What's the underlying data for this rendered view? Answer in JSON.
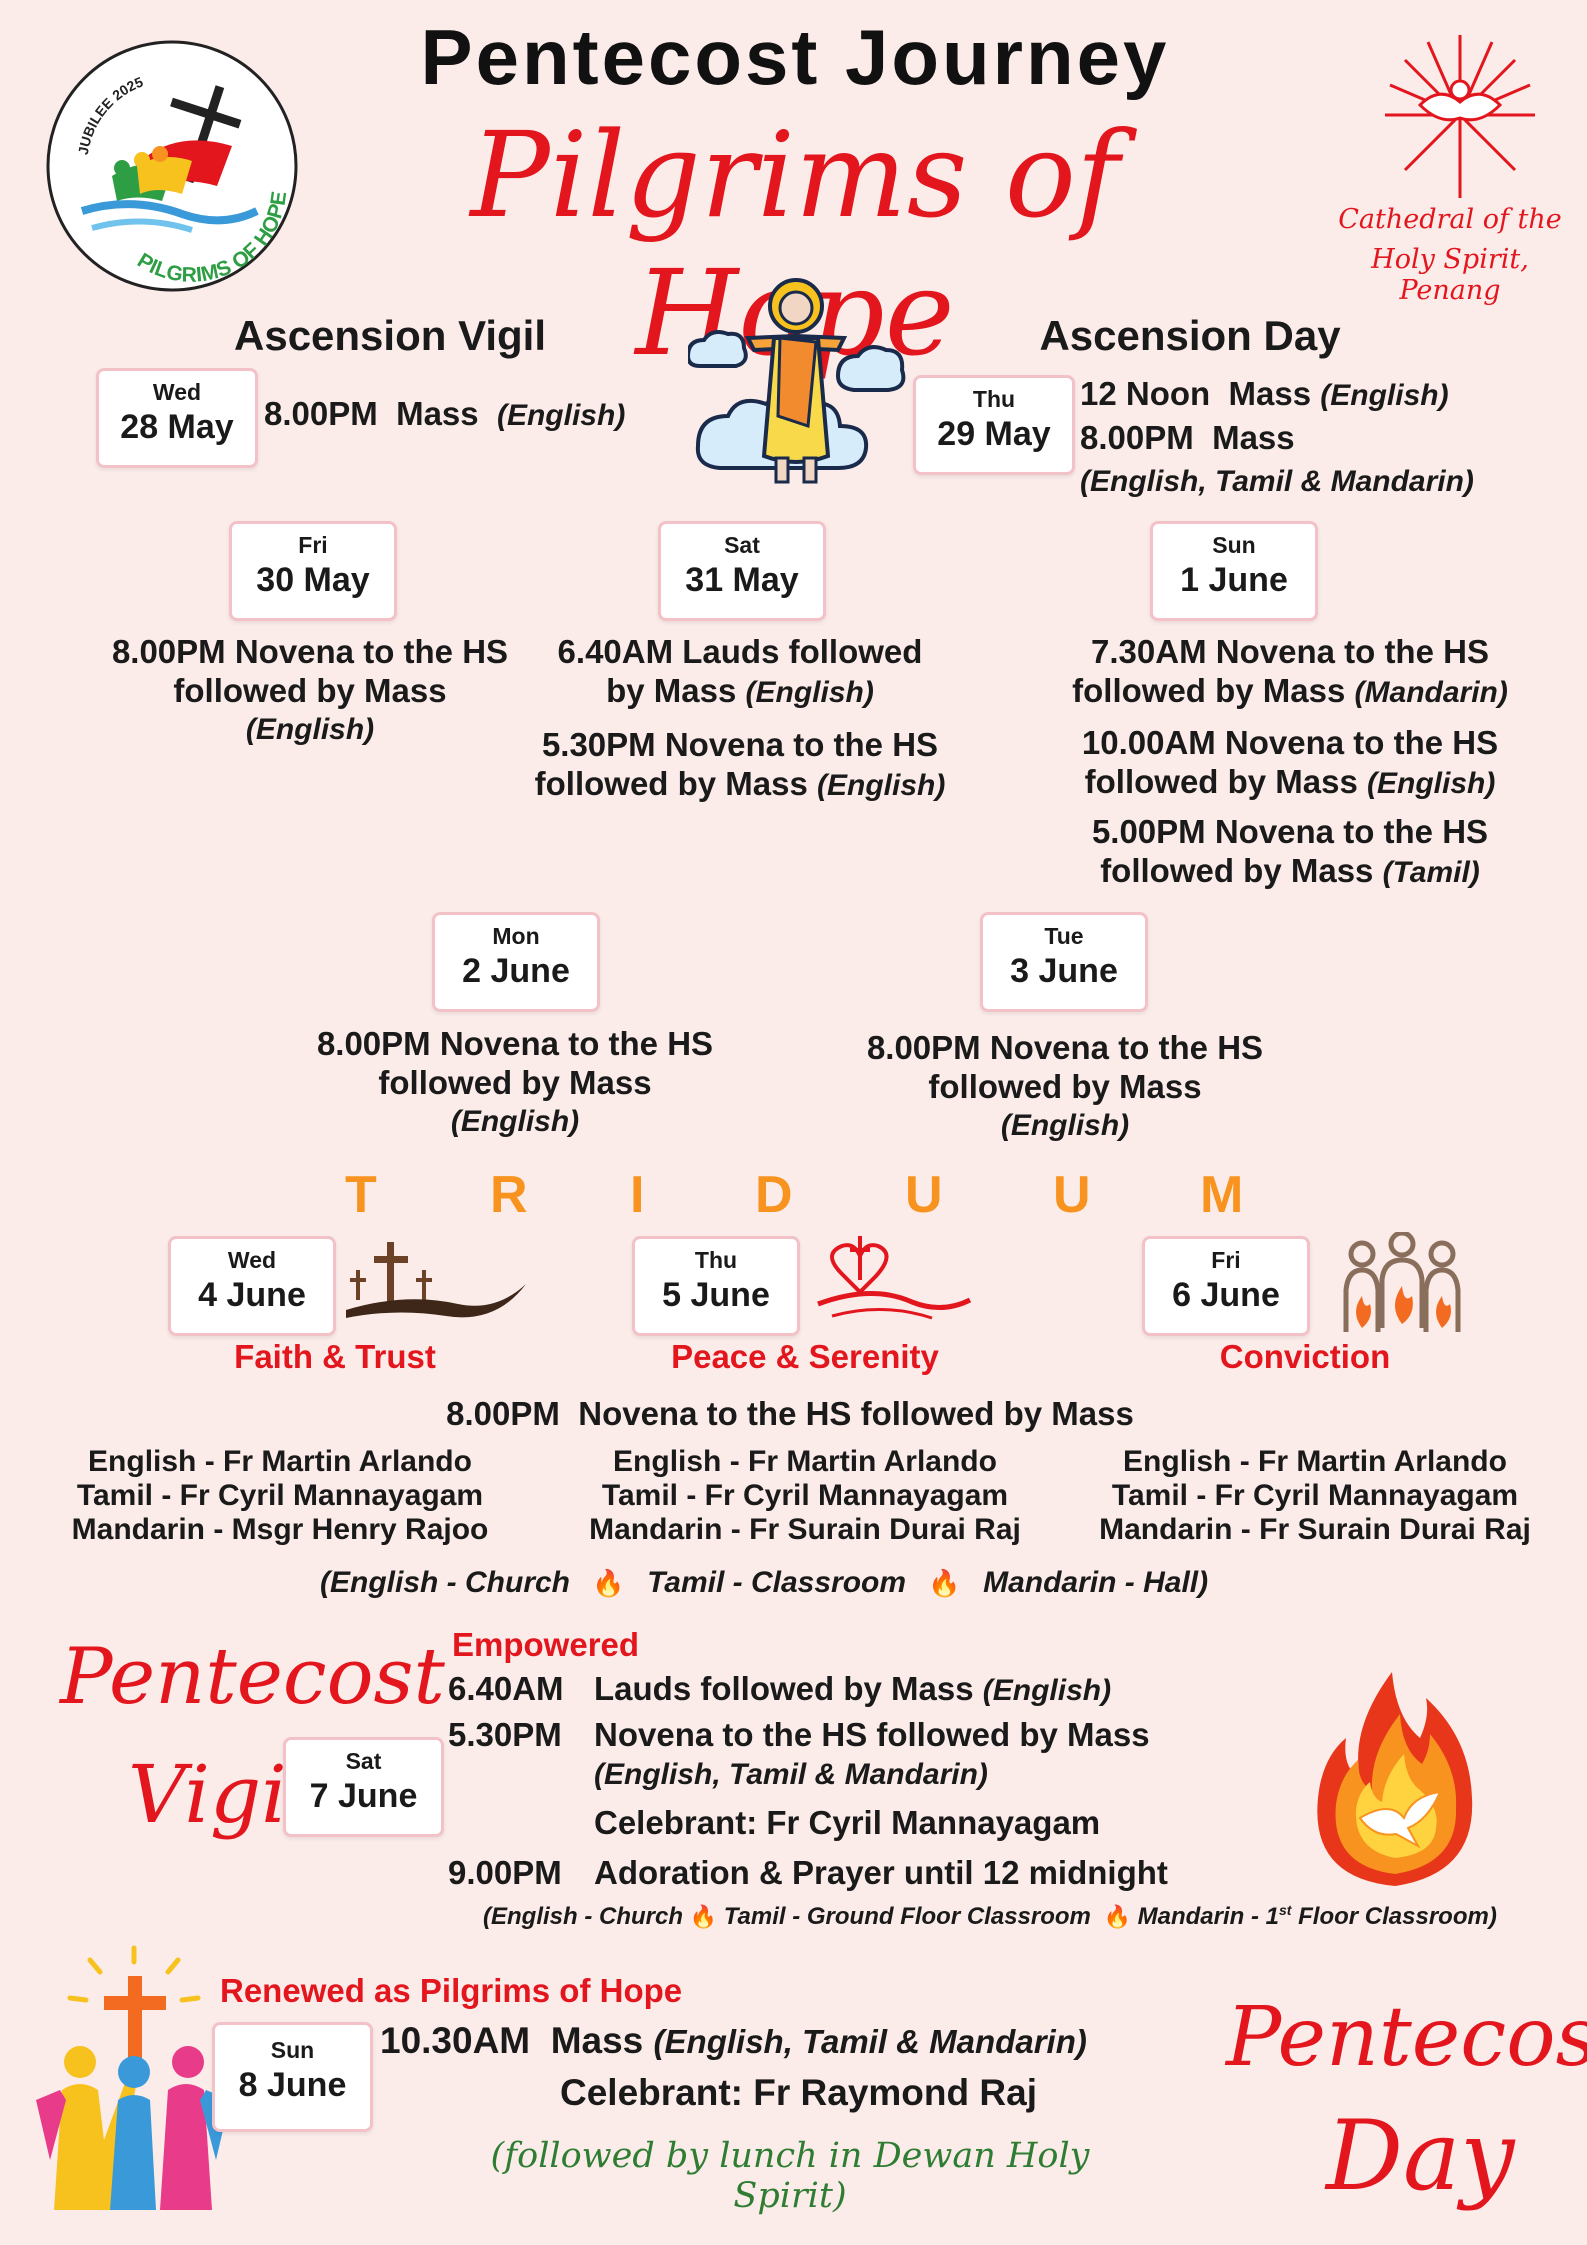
{
  "header": {
    "title": "Pentecost Journey",
    "subtitle": "Pilgrims of Hope",
    "jubilee_logo": {
      "top_text": "JUBILEE 2025",
      "bottom_text": "PILGRIMS OF HOPE"
    },
    "cathedral": {
      "line1": "Cathedral of the",
      "line2": "Holy Spirit, Penang"
    }
  },
  "ascension_vigil": {
    "heading": "Ascension Vigil",
    "day": "Wed",
    "date": "28 May",
    "time": "8.00PM",
    "event": "Mass",
    "lang": "(English)"
  },
  "ascension_day": {
    "heading": "Ascension Day",
    "day": "Thu",
    "date": "29 May",
    "line1_time": "12 Noon",
    "line1_event": "Mass",
    "line1_lang": "(English)",
    "line2_time": "8.00PM",
    "line2_event": "Mass",
    "line2_lang": "(English, Tamil & Mandarin)"
  },
  "novena_days": [
    {
      "day": "Fri",
      "date": "30 May",
      "e1": "8.00PM Novena to the HS",
      "e2": "followed by Mass",
      "e3": "(English)"
    },
    {
      "day": "Sat",
      "date": "31 May",
      "e1": "6.40AM Lauds followed",
      "e2": "by Mass",
      "e2_lang": "(English)",
      "e3": "5.30PM Novena to the HS",
      "e4": "followed by Mass",
      "e4_lang": "(English)"
    },
    {
      "day": "Sun",
      "date": "1 June",
      "e1": "7.30AM Novena to the HS",
      "e2": "followed by Mass",
      "e2_lang": "(Mandarin)",
      "e3": "10.00AM Novena to the HS",
      "e4": "followed by Mass",
      "e4_lang": "(English)",
      "e5": "5.00PM Novena to the HS",
      "e6": "followed by Mass",
      "e6_lang": "(Tamil)"
    },
    {
      "day": "Mon",
      "date": "2 June",
      "e1": "8.00PM Novena to the HS",
      "e2": "followed by Mass",
      "e3": "(English)"
    },
    {
      "day": "Tue",
      "date": "3 June",
      "e1": "8.00PM  Novena to the HS",
      "e2": "followed by Mass",
      "e3": "(English)"
    }
  ],
  "triduum": {
    "letters": [
      "T",
      "R",
      "I",
      "D",
      "U",
      "U",
      "M"
    ],
    "days": [
      {
        "day": "Wed",
        "date": "4 June",
        "theme": "Faith & Trust",
        "cel1": "English - Fr Martin Arlando",
        "cel2": "Tamil - Fr Cyril Mannayagam",
        "cel3": "Mandarin - Msgr Henry Rajoo"
      },
      {
        "day": "Thu",
        "date": "5 June",
        "theme": "Peace & Serenity",
        "cel1": "English - Fr Martin Arlando",
        "cel2": "Tamil - Fr Cyril Mannayagam",
        "cel3": "Mandarin - Fr Surain Durai Raj"
      },
      {
        "day": "Fri",
        "date": "6 June",
        "theme": "Conviction",
        "cel1": "English - Fr Martin Arlando",
        "cel2": "Tamil - Fr Cyril Mannayagam",
        "cel3": "Mandarin - Fr Surain Durai Raj"
      }
    ],
    "common_time": "8.00PM",
    "common_event": "Novena to the HS followed by Mass",
    "venues": [
      "English - Church",
      "Tamil - Classroom",
      "Mandarin - Hall"
    ]
  },
  "pentecost_vigil": {
    "script1": "Pentecost",
    "script2": "Vigil",
    "day": "Sat",
    "date": "7 June",
    "theme": "Empowered",
    "r1_time": "6.40AM",
    "r1_event": "Lauds followed by Mass",
    "r1_lang": "(English)",
    "r2_time": "5.30PM",
    "r2_event": "Novena to the HS followed by Mass",
    "r2_lang": "(English, Tamil & Mandarin)",
    "r2_celebrant": "Celebrant: Fr Cyril Mannayagam",
    "r3_time": "9.00PM",
    "r3_event": "Adoration & Prayer until 12 midnight",
    "venue1": "English - Church",
    "venue2": "Tamil - Ground Floor Classroom",
    "venue3_pre": "Mandarin - 1",
    "venue3_sup": "st",
    "venue3_post": " Floor Classroom"
  },
  "pentecost_day": {
    "theme": "Renewed as Pilgrims of Hope",
    "day": "Sun",
    "date": "8 June",
    "time": "10.30AM",
    "event": "Mass",
    "lang": "(English, Tamil & Mandarin)",
    "celebrant": "Celebrant: Fr Raymond Raj",
    "note": "(followed by lunch in Dewan Holy Spirit)",
    "script1": "Pentecost",
    "script2": "Day"
  },
  "colors": {
    "background": "#fbecea",
    "accent_red": "#e3161e",
    "triduum_orange": "#f7931e",
    "date_border": "#f3c2c8",
    "note_green": "#2e7d32"
  },
  "icons": [
    "jubilee-logo-icon",
    "cathedral-dove-icon",
    "ascending-christ-icon",
    "calvary-crosses-icon",
    "heart-cross-icon",
    "praying-people-flame-icon",
    "flame-icon",
    "holy-spirit-fire-dove-icon",
    "people-cross-icon"
  ]
}
